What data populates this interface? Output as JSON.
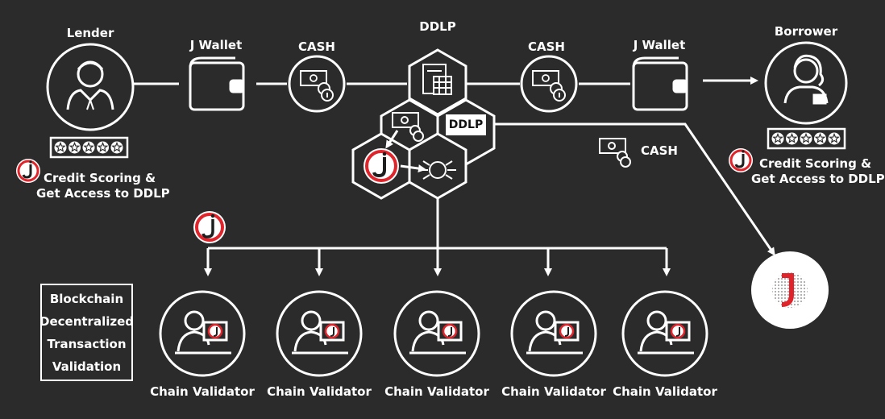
{
  "colors": {
    "background": "#2b2b2b",
    "accent": "#e0242b",
    "line": "#ffffff"
  },
  "lender": {
    "title": "Lender",
    "caption_line1": "Credit Scoring &",
    "caption_line2": "Get Access to DDLP",
    "rating": 5
  },
  "borrower": {
    "title": "Borrower",
    "caption_line1": "Credit Scoring &",
    "caption_line2": "Get Access to DDLP",
    "rating": 5
  },
  "left_wallet": {
    "title": "J Wallet"
  },
  "right_wallet": {
    "title": "J Wallet"
  },
  "left_cash": {
    "title": "CASH"
  },
  "right_cash": {
    "title": "CASH"
  },
  "float_cash": {
    "title": "CASH"
  },
  "ddlp": {
    "title": "DDLP",
    "badge": "DDLP"
  },
  "blockchain_box": {
    "line1": "Blockchain",
    "line2": "Decentralized",
    "line3": "Transaction",
    "line4": "Validation"
  },
  "validators": [
    {
      "label": "Chain Validator"
    },
    {
      "label": "Chain Validator"
    },
    {
      "label": "Chain Validator"
    },
    {
      "label": "Chain Validator"
    },
    {
      "label": "Chain Validator"
    }
  ],
  "icons": {
    "person": "person-icon",
    "wallet": "wallet-icon",
    "cash": "cash-icon",
    "logo": "j-logo-icon",
    "validator": "validator-icon"
  }
}
